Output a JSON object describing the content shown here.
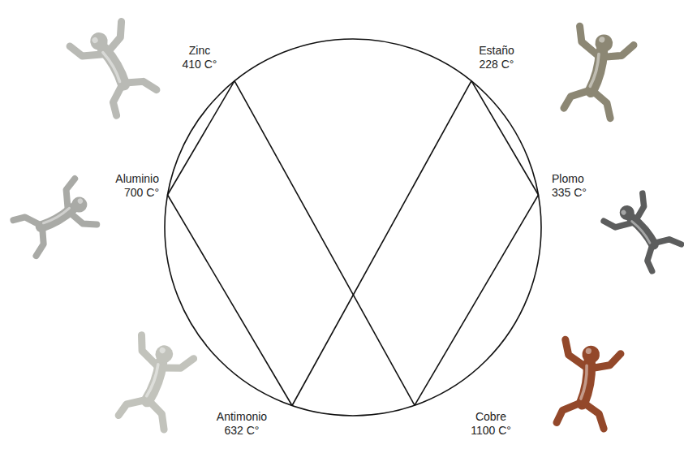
{
  "diagram": {
    "labels": [
      "Zinc",
      "410 C°",
      "Estaño",
      "228 C°",
      "Aluminio",
      "700 C°",
      "Plomo",
      "335 C°",
      "Antimonio",
      "632 C°",
      "Cobre",
      "1100 C°"
    ]
  }
}
